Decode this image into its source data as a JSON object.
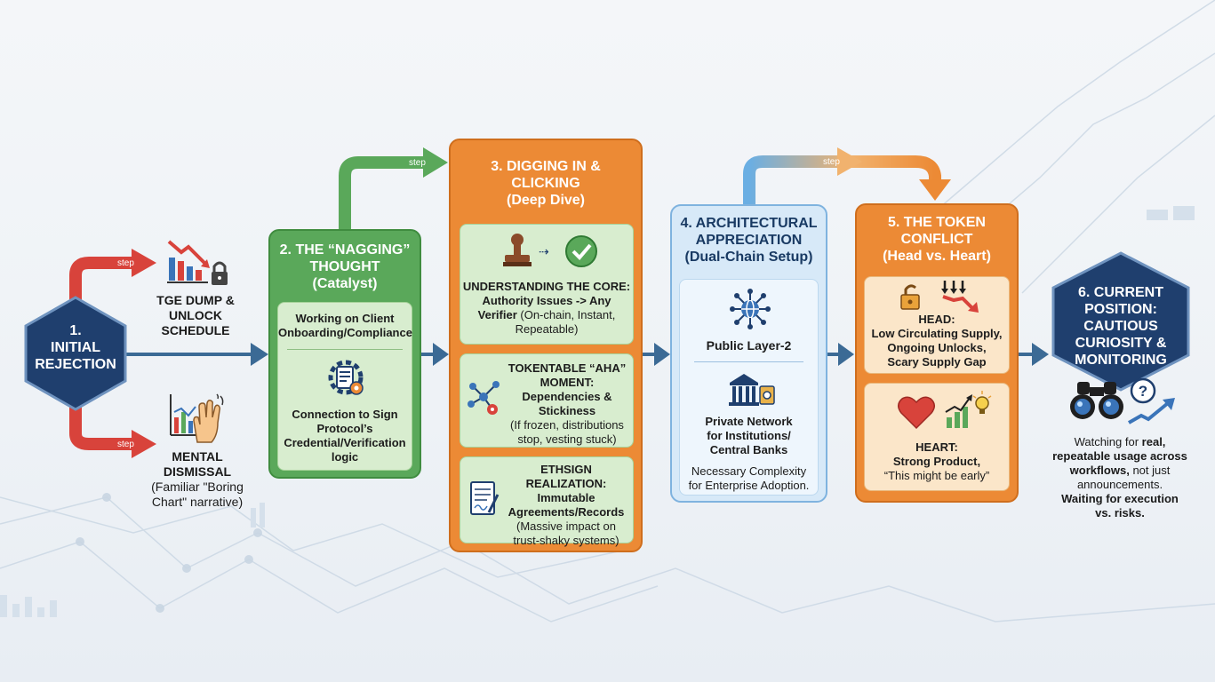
{
  "step_word": "step",
  "node1": {
    "line1": "1.",
    "line2": "INITIAL",
    "line3": "REJECTION"
  },
  "branch_top": {
    "line1": "TGE DUMP &",
    "line2": "UNLOCK",
    "line3": "SCHEDULE"
  },
  "branch_bottom": {
    "line1": "MENTAL",
    "line2": "DISMISSAL",
    "line3": "(Familiar \"Boring",
    "line4": "Chart\" narrative)"
  },
  "node2": {
    "title1": "2. THE “NAGGING”",
    "title2": "THOUGHT",
    "title3": "(Catalyst)",
    "item1_l1": "Working on Client",
    "item1_l2": "Onboarding/Compliance",
    "item2_l1": "Connection to Sign",
    "item2_l2": "Protocol’s",
    "item2_l3": "Credential/Verification",
    "item2_l4": "logic"
  },
  "node3": {
    "title1": "3. DIGGING IN &",
    "title2": "CLICKING",
    "title3": "(Deep Dive)",
    "card1_l1": "UNDERSTANDING THE CORE:",
    "card1_l2": "Authority Issues -> Any",
    "card1_l3a": "Verifier",
    "card1_l3b": " (On-chain, Instant,",
    "card1_l4": "Repeatable)",
    "card2_l1": "TOKENTABLE “AHA”",
    "card2_l2": "MOMENT:",
    "card2_l3": "Dependencies &",
    "card2_l4": "Stickiness",
    "card2_l5": "(If frozen, distributions",
    "card2_l6": "stop, vesting stuck)",
    "card3_l1": "ETHSIGN REALIZATION:",
    "card3_l2": "Immutable",
    "card3_l3": "Agreements/Records",
    "card3_l4": "(Massive impact on",
    "card3_l5": "trust-shaky systems)"
  },
  "node4": {
    "title1": "4. ARCHITECTURAL",
    "title2": "APPRECIATION",
    "title3": "(Dual-Chain Setup)",
    "public": "Public Layer-2",
    "private_l1": "Private Network",
    "private_l2": "for Institutions/",
    "private_l3": "Central Banks",
    "note_l1": "Necessary Complexity",
    "note_l2": "for Enterprise Adoption."
  },
  "node5": {
    "title1": "5. THE TOKEN",
    "title2": "CONFLICT",
    "title3": "(Head vs. Heart)",
    "head_l1": "HEAD:",
    "head_l2": "Low Circulating Supply,",
    "head_l3": "Ongoing Unlocks,",
    "head_l4": "Scary Supply Gap",
    "heart_l1": "HEART:",
    "heart_l2": "Strong Product,",
    "heart_l3": "“This might be early”"
  },
  "node6": {
    "line1": "6. CURRENT",
    "line2": "POSITION:",
    "line3": "CAUTIOUS",
    "line4": "CURIOSITY &",
    "line5": "MONITORING",
    "d1a": "Watching for ",
    "d1b": "real,",
    "d2": "repeatable usage across",
    "d3a": "workflows,",
    "d3b": " not just",
    "d4": "announcements.",
    "d5": "Waiting for execution",
    "d6": "vs. risks."
  },
  "colors": {
    "green": "#5aa85a",
    "orange": "#ec8a35",
    "blue_light": "#d7e9f8",
    "navy": "#1f3f6e",
    "red_arrow": "#d8433b",
    "connector": "#3b6a95"
  },
  "icons": [
    "falling-chart-lock-icon",
    "waving-hand-chart-icon",
    "document-gear-icon",
    "stamp-icon",
    "check-circle-icon",
    "network-nodes-icon",
    "signed-document-icon",
    "globe-network-icon",
    "bank-vault-icon",
    "padlock-open-icon",
    "down-arrows-chart-icon",
    "heart-icon",
    "growth-chart-bulb-icon",
    "binoculars-icon",
    "question-trend-icon"
  ]
}
